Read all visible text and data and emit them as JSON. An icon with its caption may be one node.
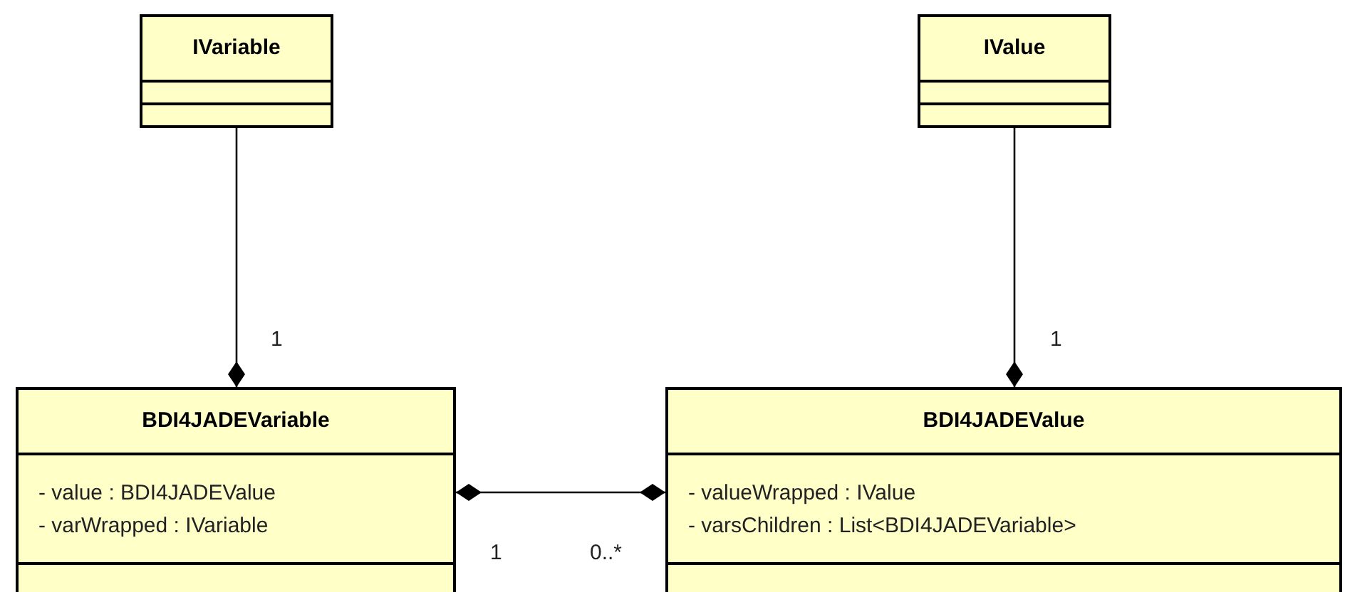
{
  "diagram": {
    "nodes": [
      {
        "text": [
          "IVariable"
        ]
      },
      {
        "text": [
          "IValue"
        ]
      },
      {
        "text": [
          "BDI4JADEVariable",
          "- value : BDI4JADEValue",
          "- varWrapped : IVariable"
        ]
      },
      {
        "text": [
          "BDI4JADEValue",
          "- valueWrapped : IValue",
          "- varsChildren : List<BDI4JADEVariable>"
        ]
      }
    ],
    "edges": [
      {
        "from": 0,
        "to": 2,
        "arrow": "other",
        "label": "1"
      },
      {
        "from": 1,
        "to": 3,
        "arrow": "other",
        "label": "1"
      },
      {
        "from": 2,
        "to": 3,
        "arrow": "other"
      }
    ],
    "labels": [
      "1",
      "0..*"
    ]
  }
}
